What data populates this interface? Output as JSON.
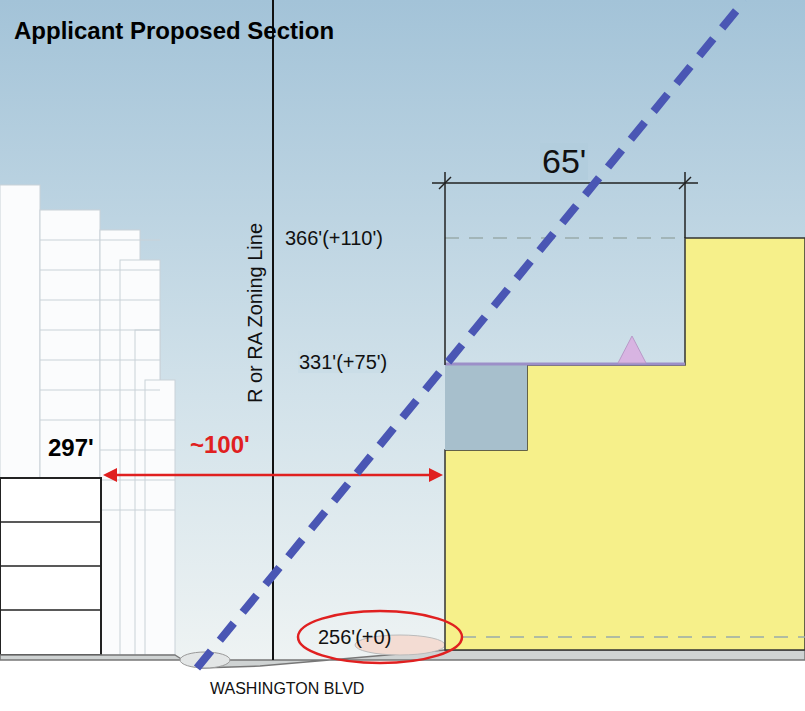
{
  "diagram": {
    "title": "Applicant Proposed Section",
    "labels": [
      "R or RA Zoning Line",
      "65'",
      "366'(+110')",
      "331'(+75')",
      "297'",
      "~100'",
      "256'(+0)",
      "WASHINGTON BLVD"
    ]
  }
}
